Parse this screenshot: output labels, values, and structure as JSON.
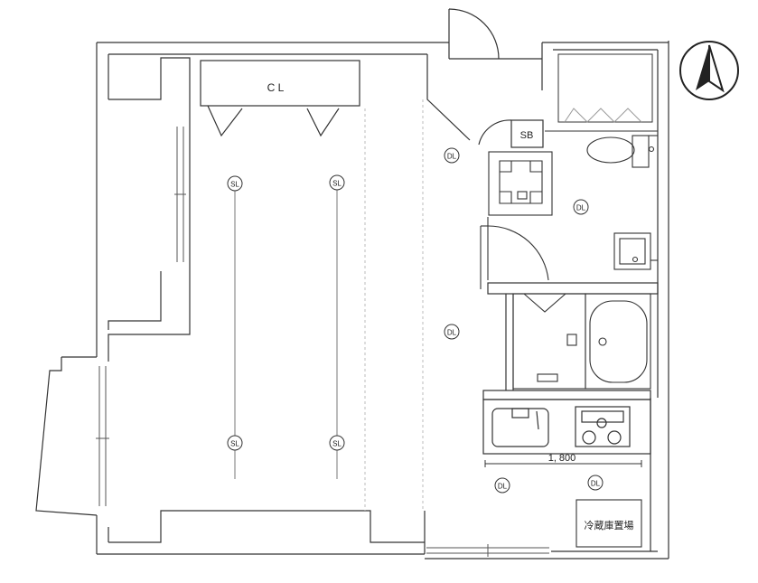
{
  "labels": {
    "closet": "C L",
    "shoe_box": "SB",
    "dimension": "1, 800",
    "fridge": "冷蔵庫置場"
  },
  "fixtures": {
    "downlight": "DL",
    "spotlight": "SL"
  },
  "icons": {
    "north": "north-arrow-icon"
  }
}
